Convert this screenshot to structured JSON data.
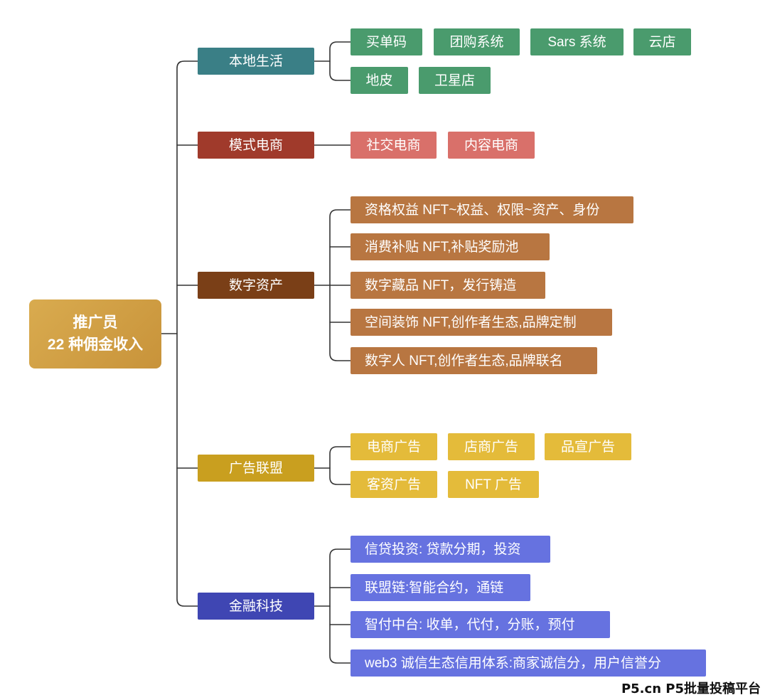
{
  "root": {
    "line1": "推广员",
    "line2": "22 种佣金收入"
  },
  "categories": [
    {
      "label": "本地生活",
      "items": [
        "买单码",
        "团购系统",
        "Sars 系统",
        "云店",
        "地皮",
        "卫星店"
      ]
    },
    {
      "label": "模式电商",
      "items": [
        "社交电商",
        "内容电商"
      ]
    },
    {
      "label": "数字资产",
      "items": [
        "资格权益 NFT~权益、权限~资产、身份",
        "消费补贴 NFT,补贴奖励池",
        "数字藏品 NFT，发行铸造",
        "空间装饰 NFT,创作者生态,品牌定制",
        "数字人 NFT,创作者生态,品牌联名"
      ]
    },
    {
      "label": "广告联盟",
      "items": [
        "电商广告",
        "店商广告",
        "品宣广告",
        "客资广告",
        "NFT 广告"
      ]
    },
    {
      "label": "金融科技",
      "items": [
        "信贷投资: 贷款分期，投资",
        "联盟链:智能合约，通链",
        "智付中台: 收单，代付，分账，预付",
        "web3 诚信生态信用体系:商家诚信分，用户信誉分"
      ]
    }
  ],
  "colors": {
    "local_life_cat": "#3a7f86",
    "local_life_item": "#4a9b6d",
    "ecommerce_cat": "#a03a2b",
    "ecommerce_item": "#d9706a",
    "digital_cat": "#7a3f17",
    "digital_item": "#b87641",
    "ads_cat": "#c99f1f",
    "ads_item": "#e4bb3a",
    "fintech_cat": "#3f46b3",
    "fintech_item": "#6672e0",
    "root": "#d1a048"
  },
  "watermark": "P5.cn P5批量投稿平台"
}
